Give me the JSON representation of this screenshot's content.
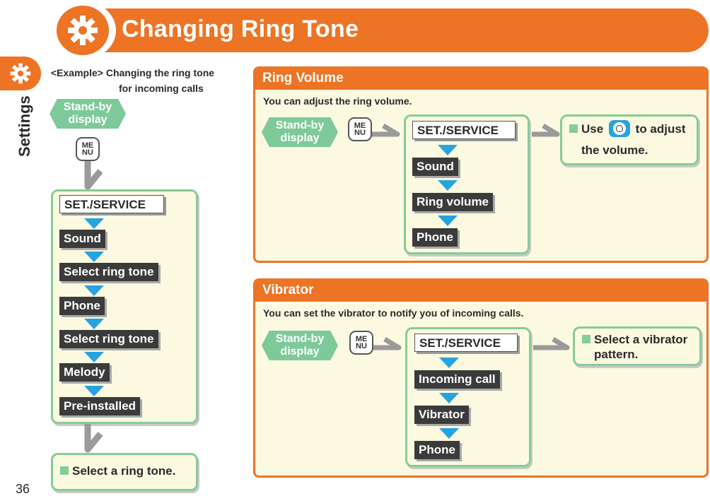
{
  "header": {
    "title": "Changing Ring Tone"
  },
  "side": {
    "label": "Settings",
    "page_number": "36"
  },
  "example": {
    "line1": "<Example> Changing the ring tone",
    "line2": "for incoming calls",
    "standby": "Stand-by display",
    "menu_key": "MENU",
    "steps": [
      "SET./SERVICE",
      "Sound",
      "Select ring tone",
      "Phone",
      "Select ring tone",
      "Melody",
      "Pre-installed"
    ],
    "result": "Select a ring tone."
  },
  "ring_volume": {
    "heading": "Ring Volume",
    "description": "You can adjust the ring volume.",
    "standby": "Stand-by display",
    "menu_key": "MENU",
    "steps": [
      "SET./SERVICE",
      "Sound",
      "Ring volume",
      "Phone"
    ],
    "result_pre": "Use",
    "result_post": "to adjust",
    "result_line2": "the volume."
  },
  "vibrator": {
    "heading": "Vibrator",
    "description": "You can set the vibrator to notify you of incoming calls.",
    "standby": "Stand-by display",
    "menu_key": "MENU",
    "steps": [
      "SET./SERVICE",
      "Incoming call",
      "Vibrator",
      "Phone"
    ],
    "result_line1": "Select a vibrator",
    "result_line2": "pattern."
  },
  "colors": {
    "accent": "#ec7424",
    "green": "#86cc94",
    "arrow_blue": "#27a3df",
    "panel_bg": "#fcf9e1"
  },
  "icons": {
    "title": "gear-icon",
    "side": "gear-icon",
    "key": "menu-key-icon",
    "nav": "navigation-key-icon"
  }
}
